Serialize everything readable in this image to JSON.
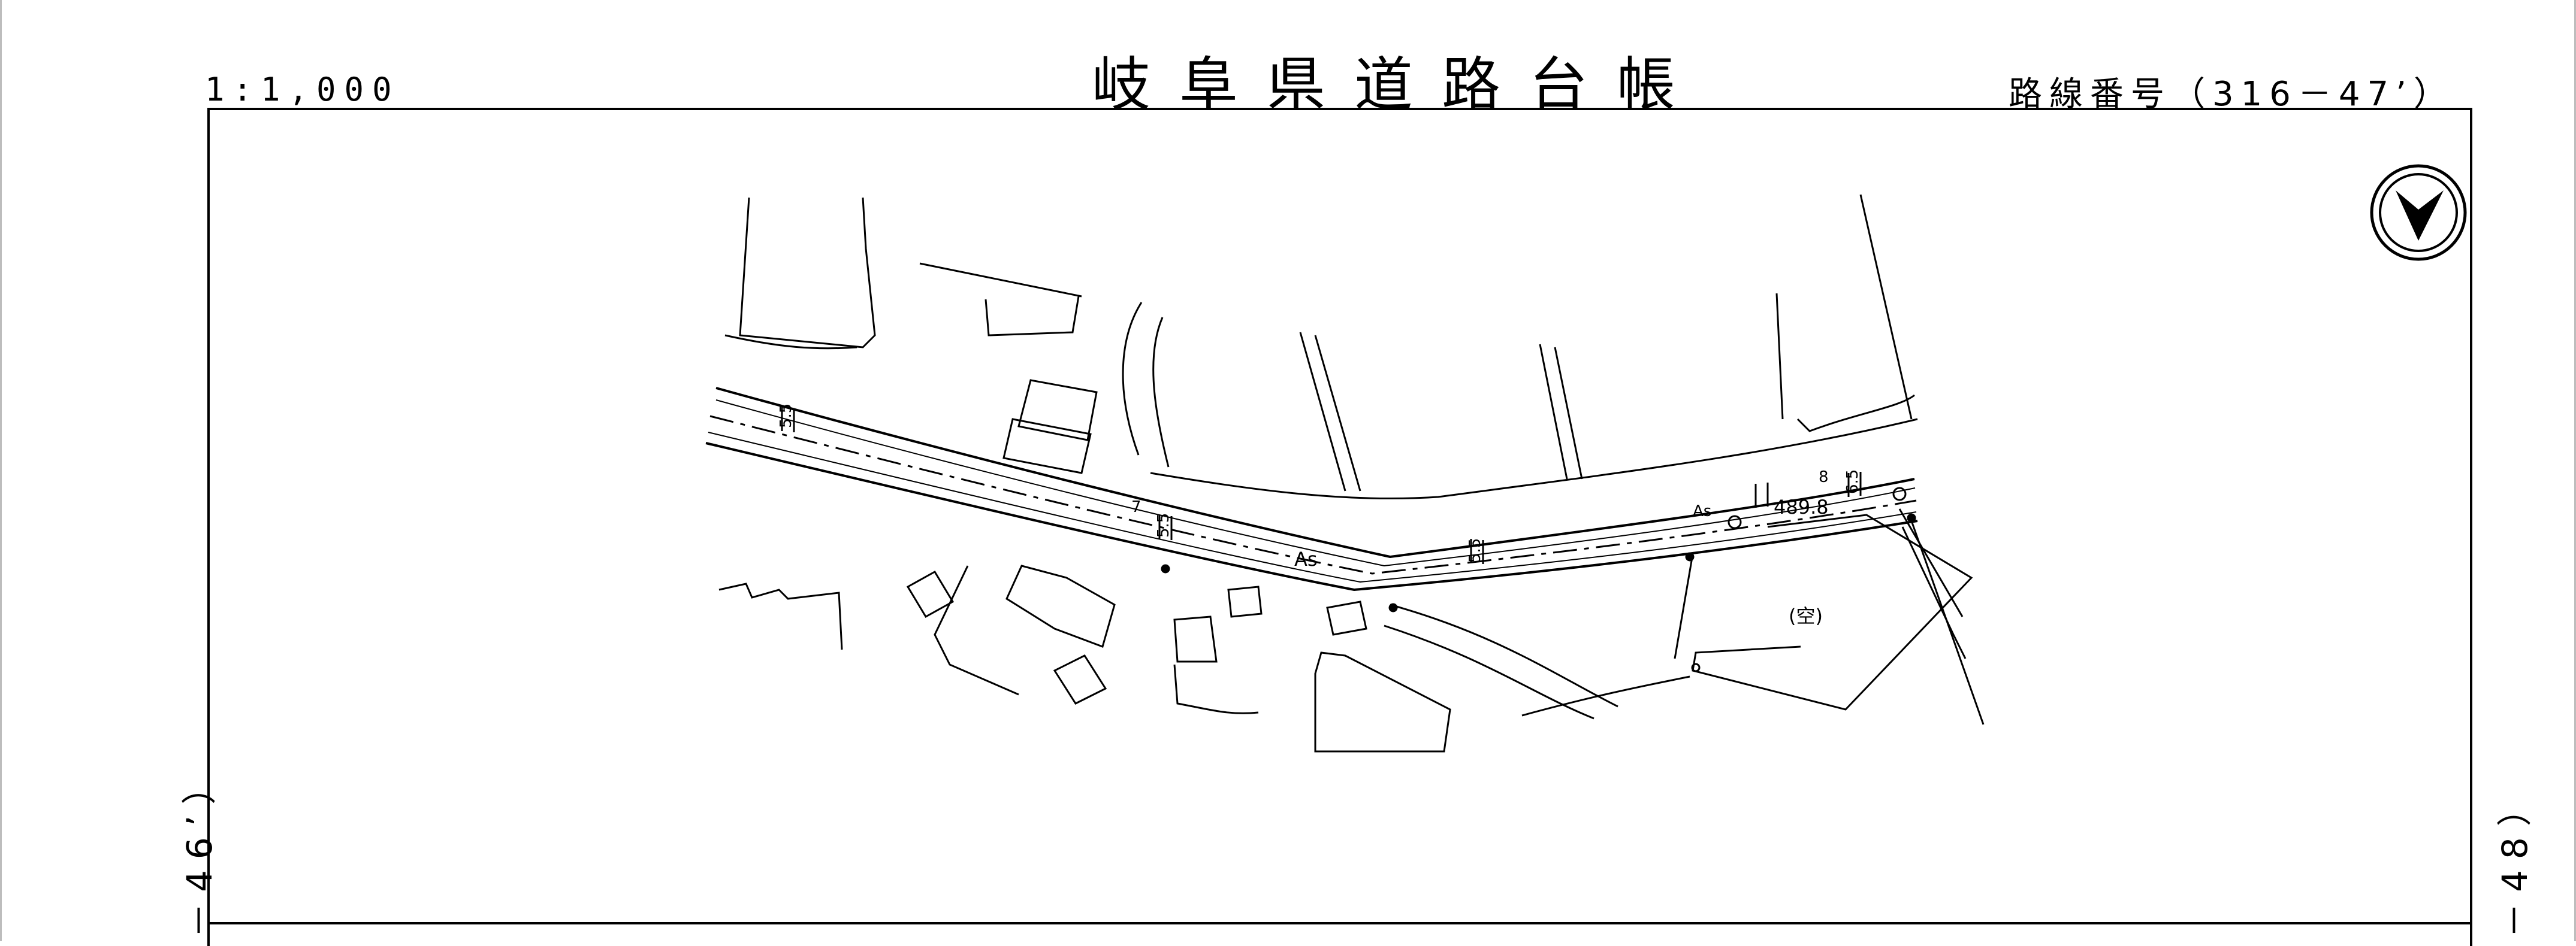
{
  "header": {
    "scale": "1:1,000",
    "title": "岐阜県道路台帳",
    "route_number": "路線番号（316－47’）"
  },
  "sides": {
    "left_label": "－46’）",
    "right_label": "－48）"
  },
  "map": {
    "north_arrow_icon": "north-arrow-icon",
    "labels": {
      "paved_1": "As",
      "paved_2": "As",
      "vacant": "(空)",
      "elevation": "489.8",
      "width_1": "5.5",
      "width_2": "5.5",
      "width_3": "5.5",
      "width_4": "6.5",
      "station_7": "7",
      "station_8": "8"
    }
  }
}
